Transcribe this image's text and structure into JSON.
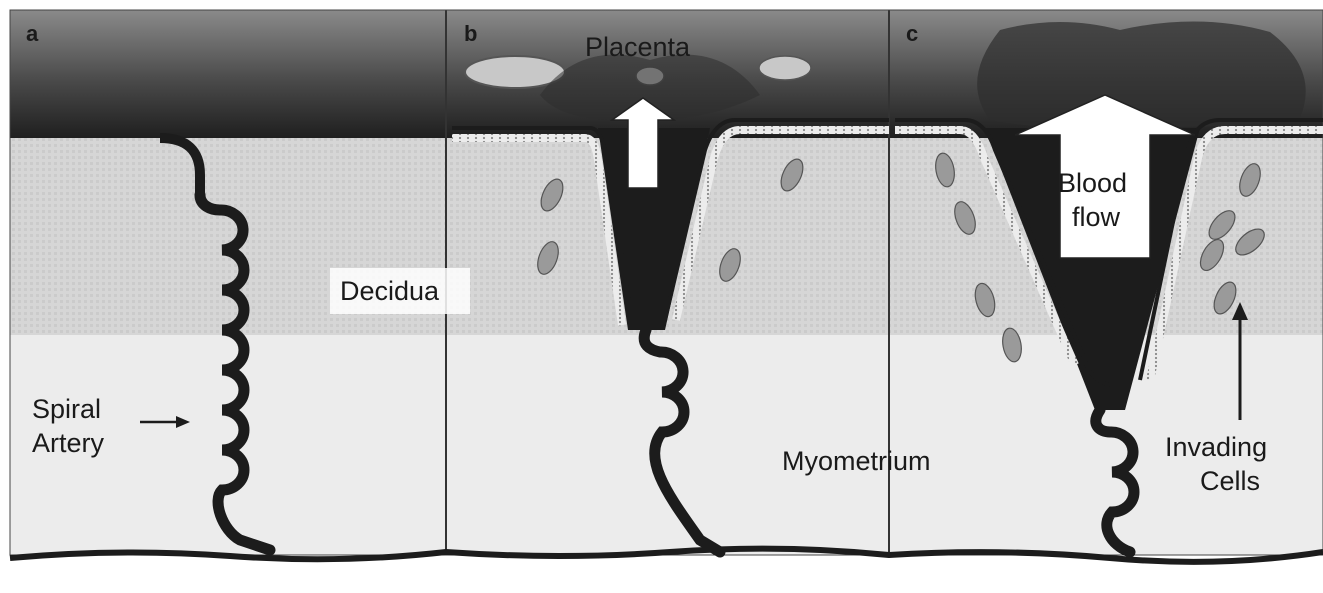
{
  "panels": [
    {
      "letter": "a"
    },
    {
      "letter": "b"
    },
    {
      "letter": "c"
    }
  ],
  "labels": {
    "placenta": "Placenta",
    "decidua": "Decidua",
    "spiral_artery_line1": "Spiral",
    "spiral_artery_line2": "Artery",
    "myometrium": "Myometrium",
    "blood_flow_line1": "Blood",
    "blood_flow_line2": "flow",
    "invading_cells_line1": "Invading",
    "invading_cells_line2": "Cells"
  },
  "colors": {
    "placenta_band": "#3a3a3a",
    "artery": "#1c1c1c",
    "decidua": "#d2d2d2",
    "myometrium": "#ebebeb",
    "arrow_fill": "#ffffff"
  }
}
